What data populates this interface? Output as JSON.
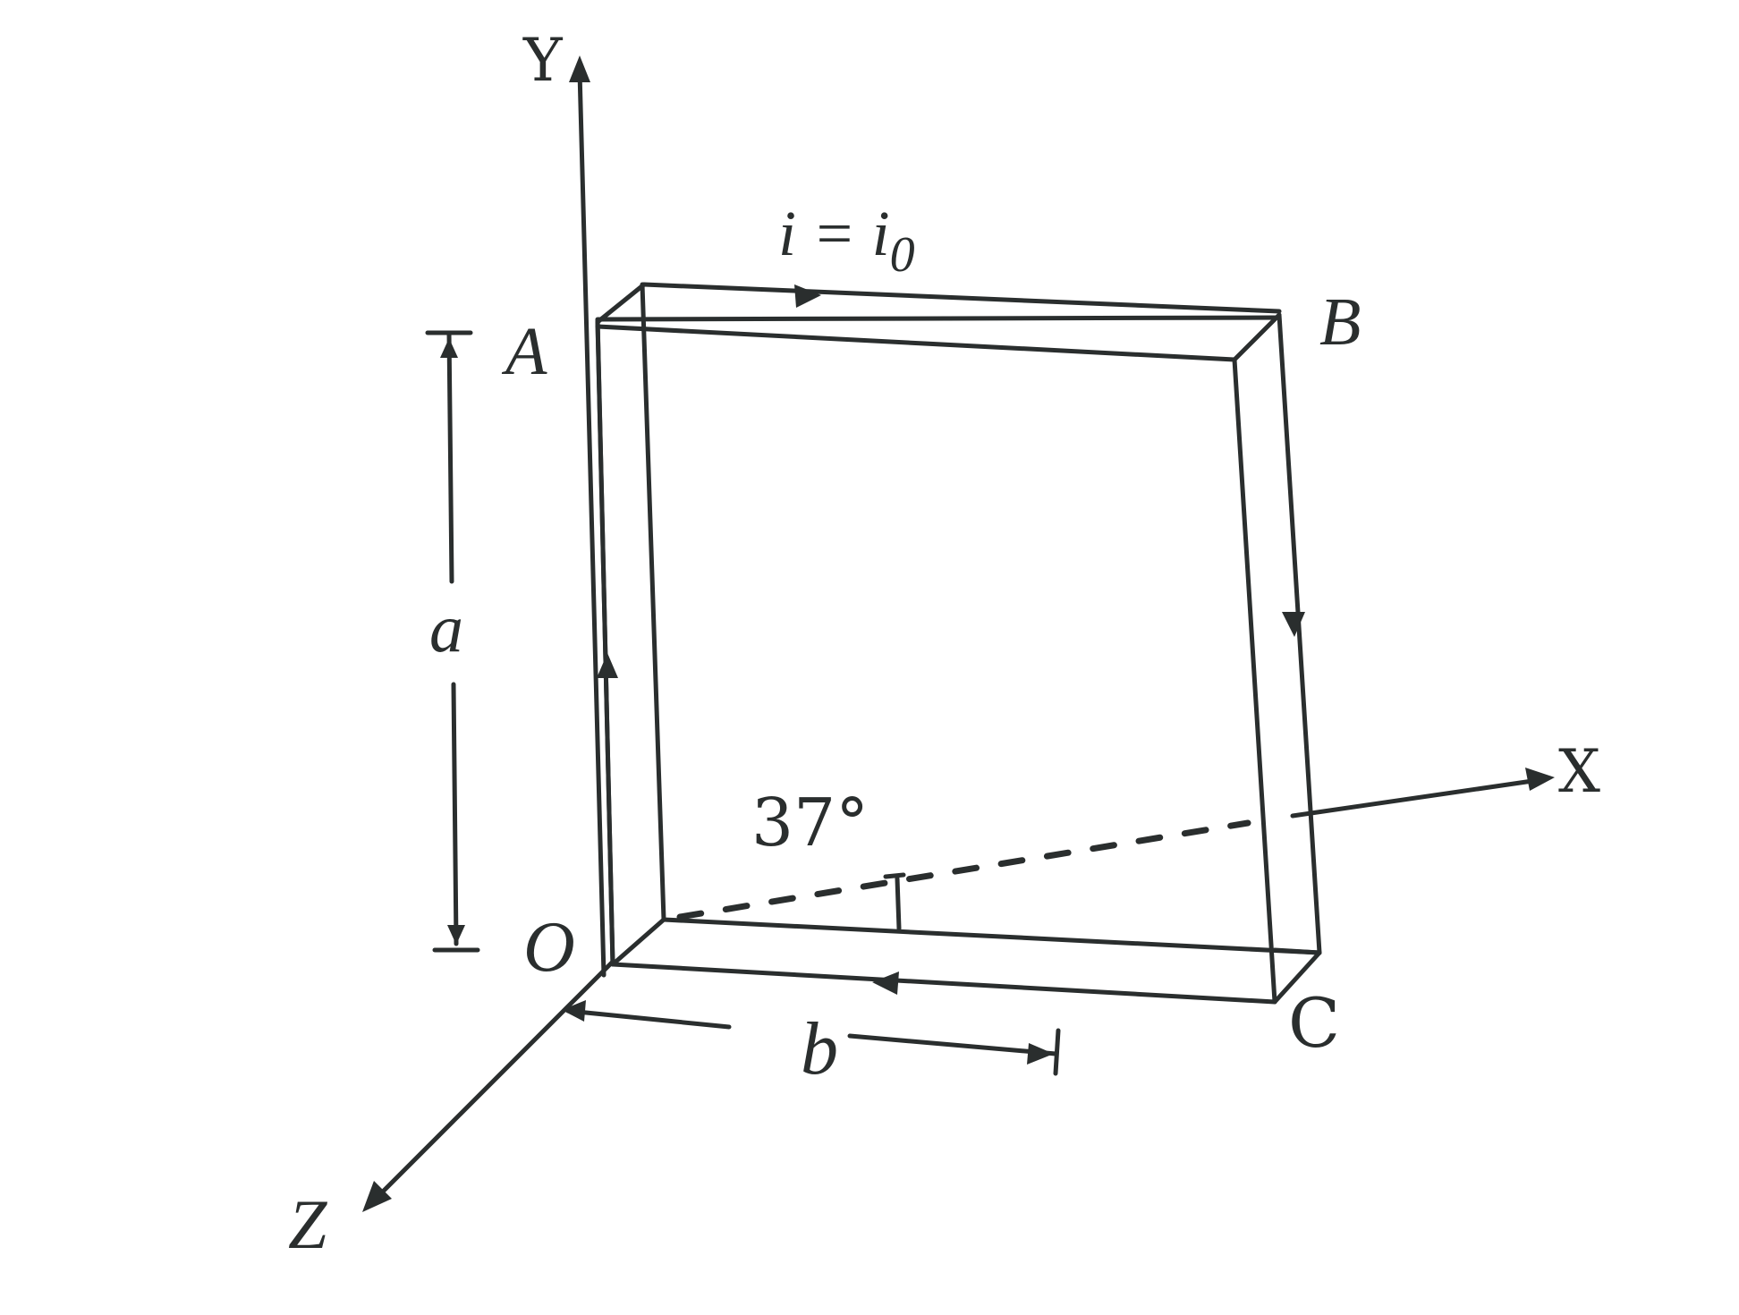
{
  "figure": {
    "type": "physics-diagram",
    "description": "Rectangular current-carrying loop OABC in the Y-Z rotated plane with 3D axes"
  },
  "axes": {
    "x_label": "X",
    "y_label": "Y",
    "z_label": "Z",
    "origin_label": "O"
  },
  "vertices": {
    "a": "A",
    "b": "B",
    "c": "C",
    "o": "O"
  },
  "current": {
    "label": "i = i",
    "subscript": "0",
    "direction": "O→A→B→C→O"
  },
  "dimensions": {
    "height_label": "a",
    "width_label": "b"
  },
  "angle": {
    "label": "37°",
    "value_degrees": 37
  },
  "colors": {
    "ink": "#2a2e2e",
    "background": "#ffffff"
  }
}
